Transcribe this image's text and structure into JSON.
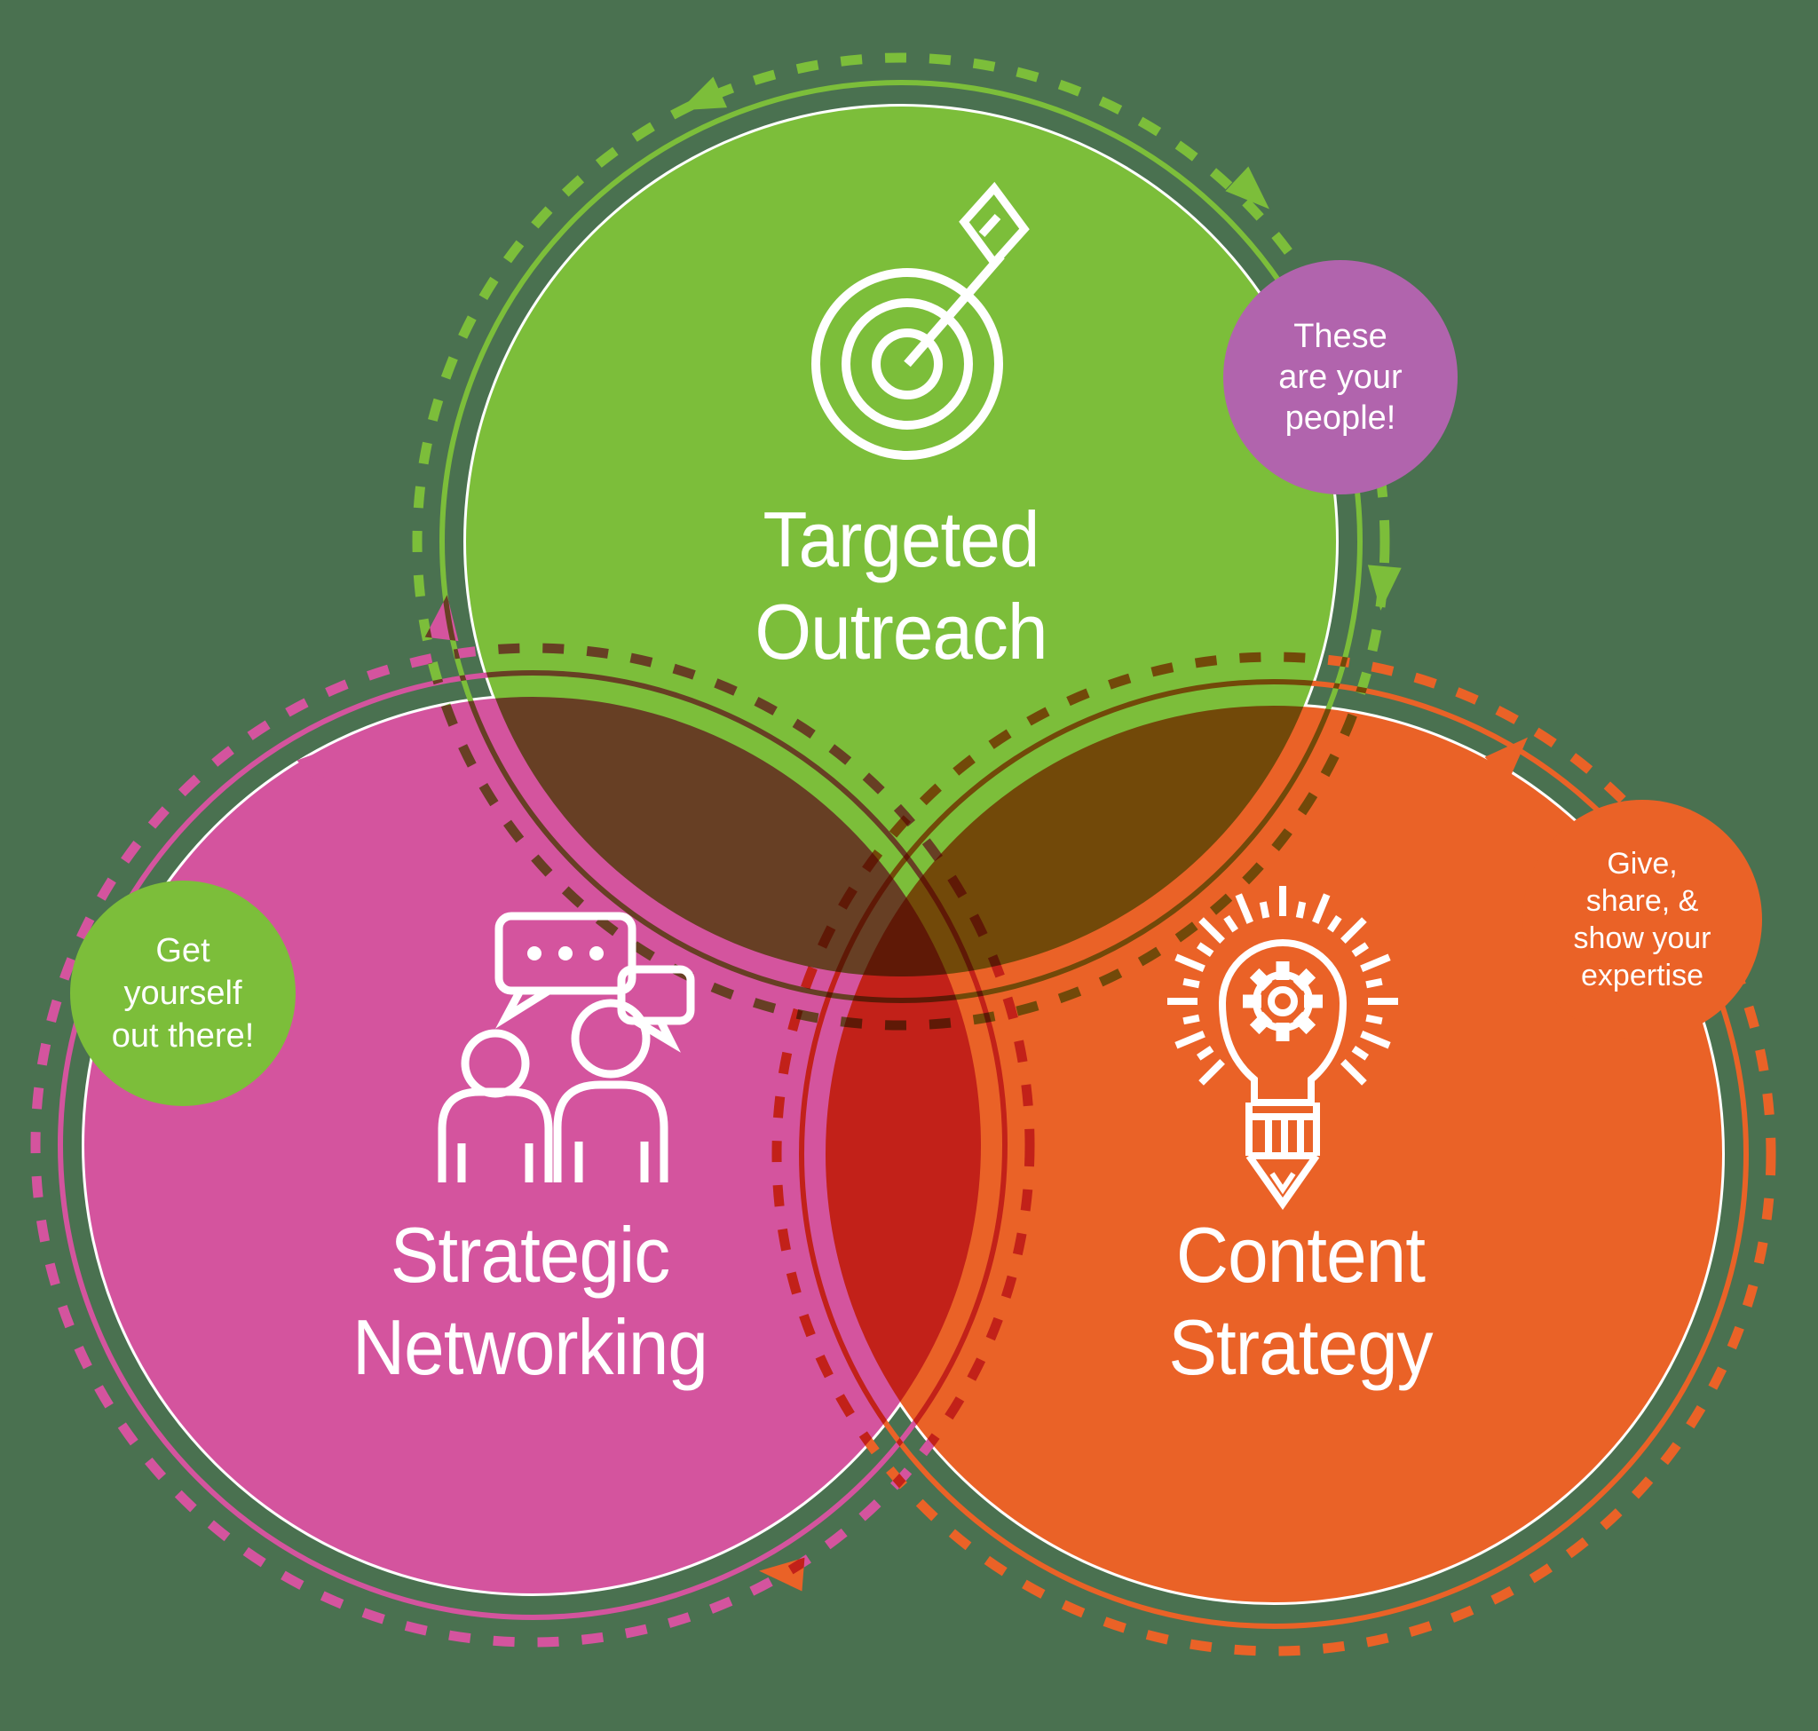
{
  "background_color": "#4A7150",
  "text_color": "#FFFFFF",
  "circles": [
    {
      "id": "targeted-outreach",
      "label_lines": [
        "Targeted",
        "Outreach"
      ],
      "color": "#7CBE3A",
      "icon": "target-arrow-icon"
    },
    {
      "id": "strategic-networking",
      "label_lines": [
        "Strategic",
        "Networking"
      ],
      "color": "#D4549E",
      "icon": "people-chat-icon"
    },
    {
      "id": "content-strategy",
      "label_lines": [
        "Content",
        "Strategy"
      ],
      "color": "#EA6227",
      "icon": "lightbulb-gear-pencil-icon"
    }
  ],
  "badges": [
    {
      "id": "these-are-your-people",
      "lines": [
        "These",
        "are your",
        "people!"
      ],
      "color": "#B164AD"
    },
    {
      "id": "get-yourself-out-there",
      "lines": [
        "Get",
        "yourself",
        "out there!"
      ],
      "color": "#7CBE3A"
    },
    {
      "id": "give-share-show-your-expertise",
      "lines": [
        "Give,",
        "share, &",
        "show your",
        "expertise"
      ],
      "color": "#EA6227"
    }
  ]
}
